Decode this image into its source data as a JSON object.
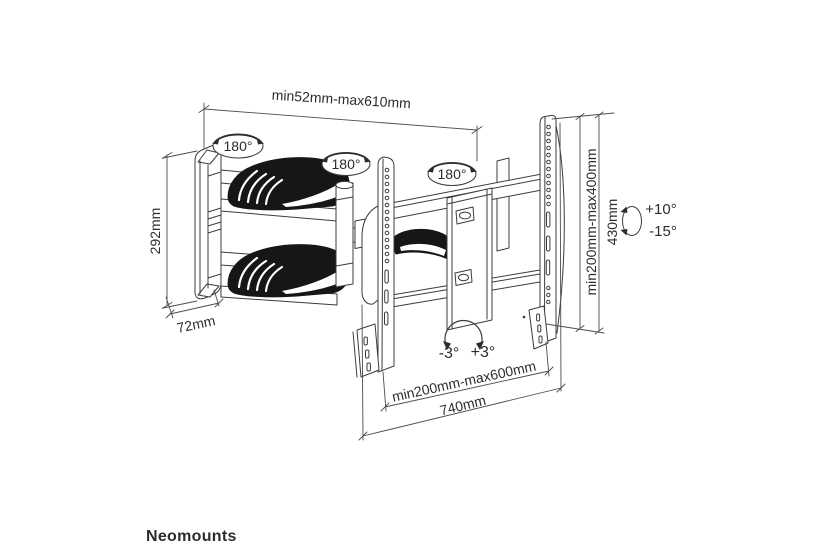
{
  "brand": {
    "name": "Neomounts",
    "color": "#8d8d8d"
  },
  "drawing": {
    "description": "Technical dimension drawing of a full-motion TV wall mount",
    "line_color": "#3c3c3c",
    "dimensions": {
      "extension_range": "min52mm-max610mm",
      "wall_plate_height": "292mm",
      "wall_plate_depth": "72mm",
      "vesa_height_range": "min200mm-max400mm",
      "bracket_height": "430mm",
      "vesa_width_range": "min200mm-max600mm",
      "total_width": "740mm"
    },
    "rotation": {
      "swivel_joint_1": "180°",
      "swivel_joint_2": "180°",
      "swivel_joint_3": "180°",
      "tilt_up": "+10°",
      "tilt_down": "-15°",
      "level_adjust_left": "-3°",
      "level_adjust_right": "+3°"
    }
  }
}
